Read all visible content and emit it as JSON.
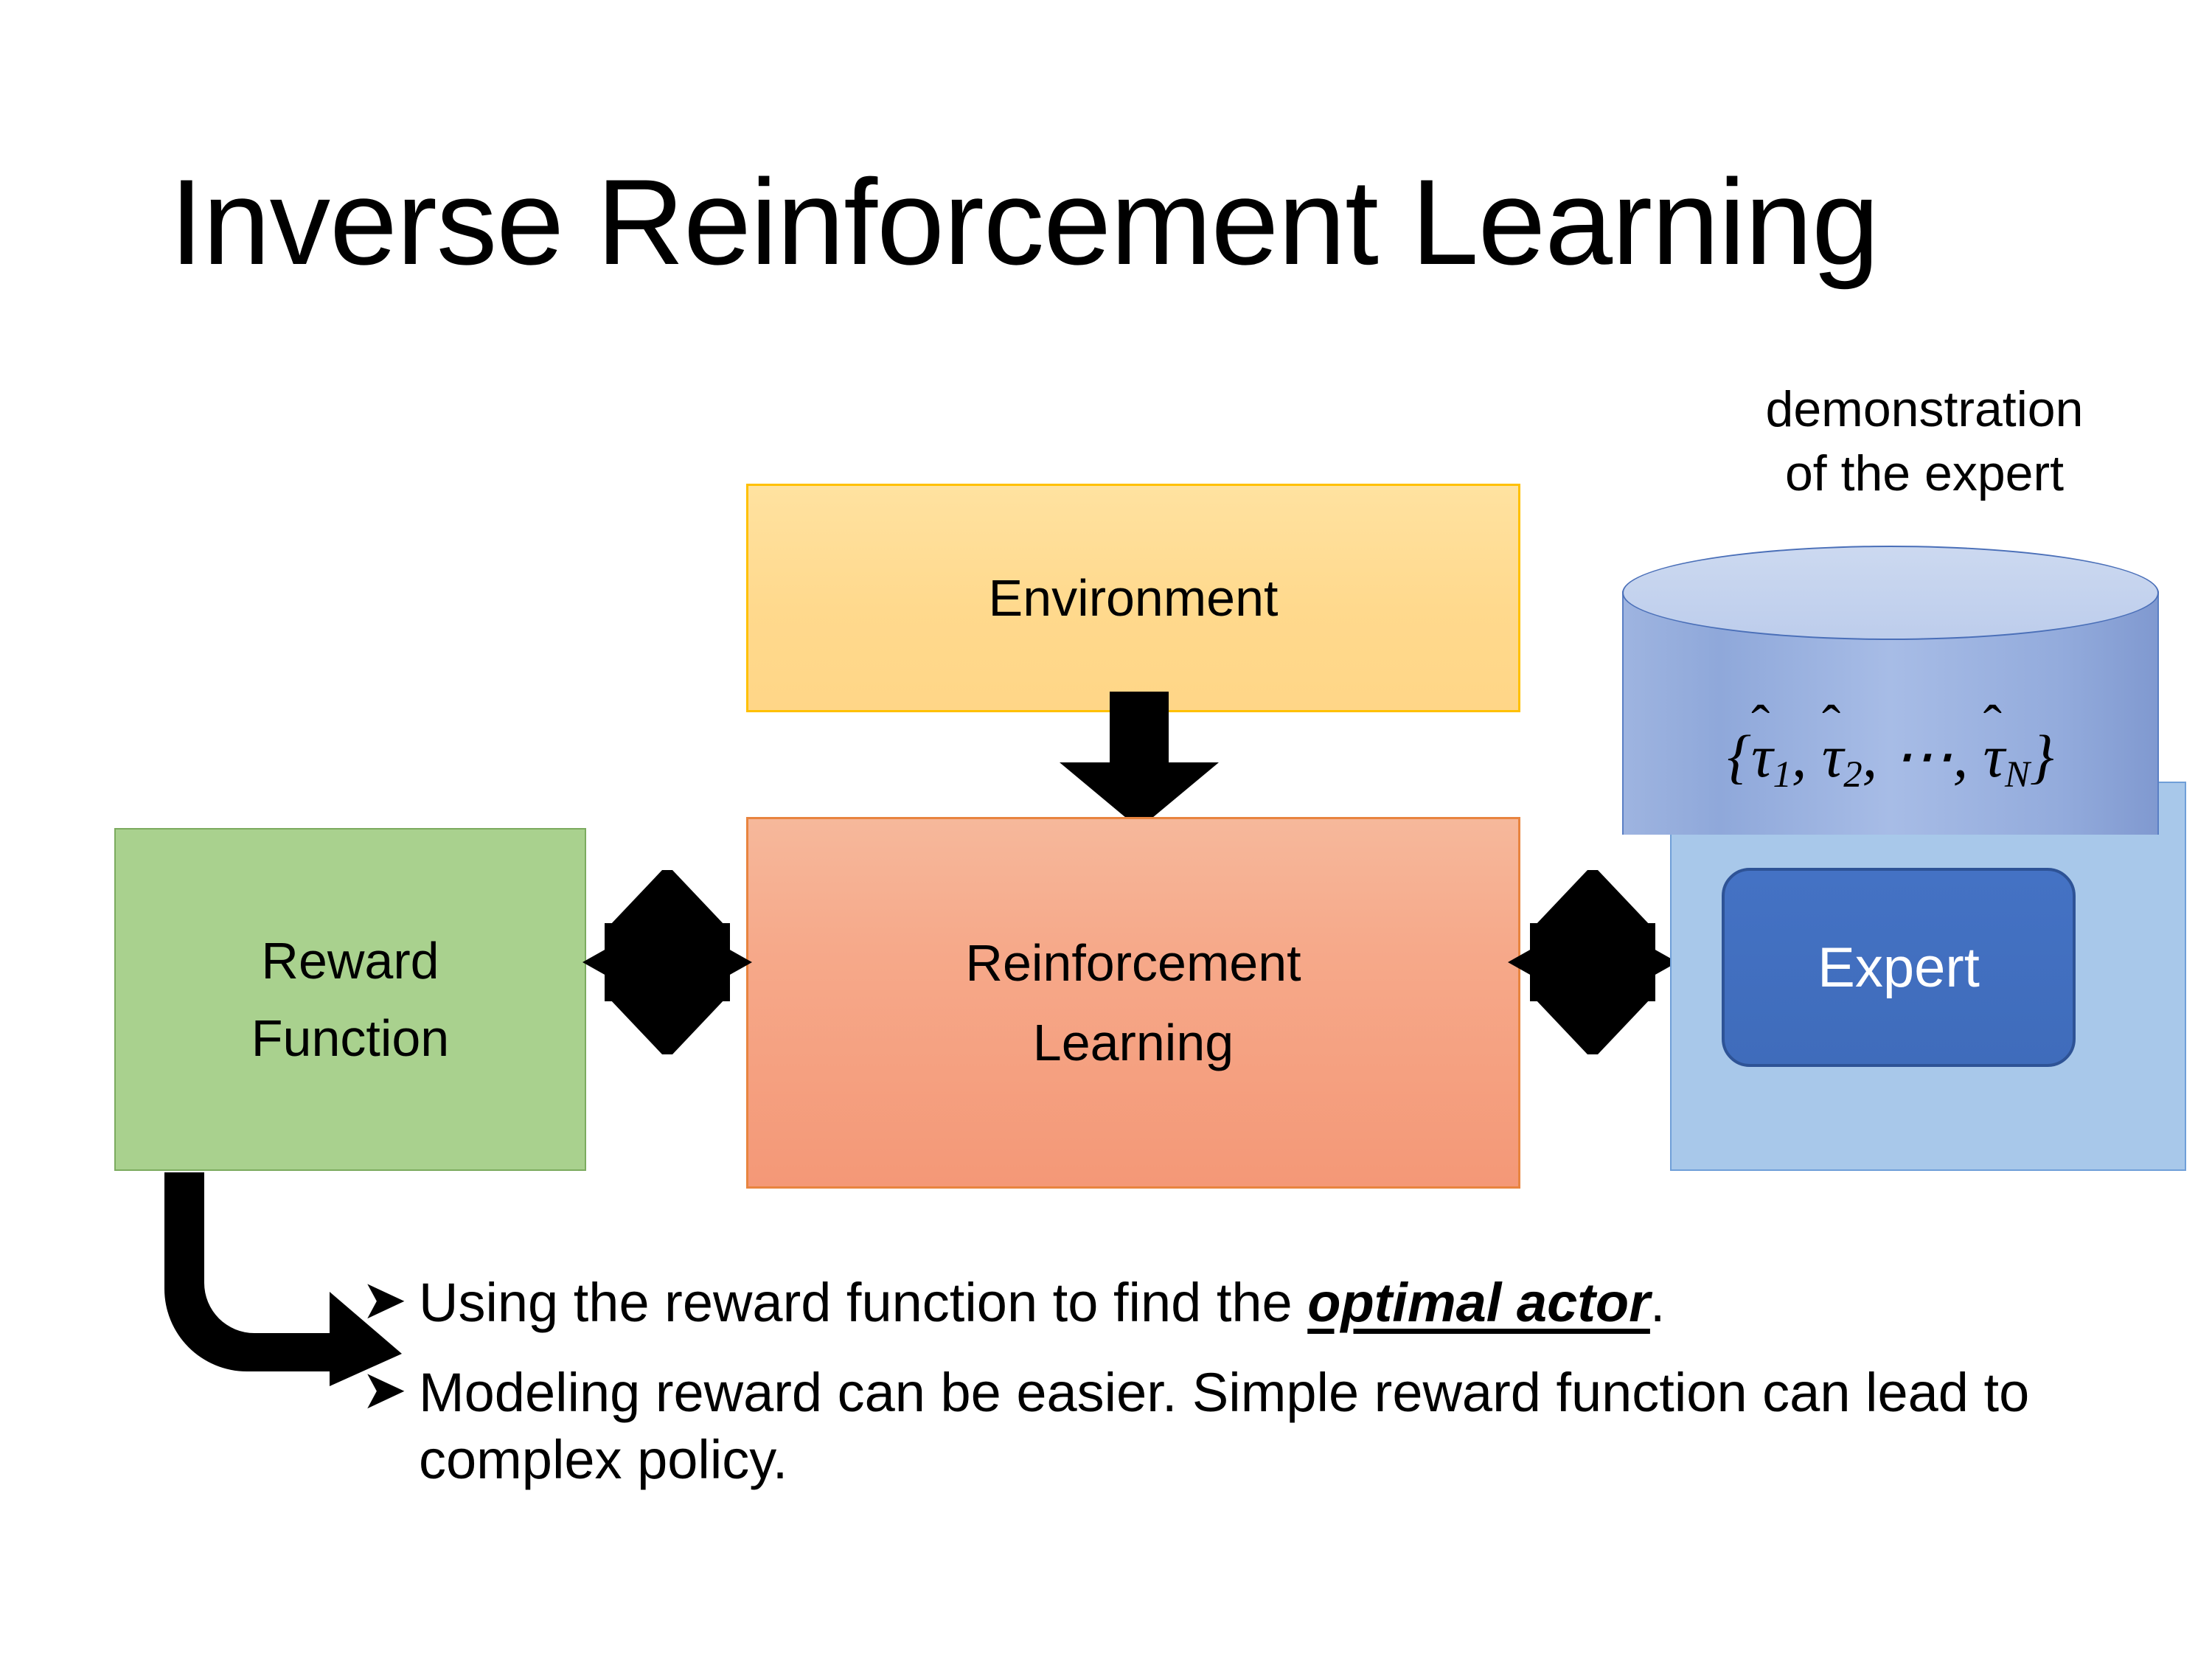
{
  "slide": {
    "title": "Inverse Reinforcement Learning",
    "background_color": "#ffffff"
  },
  "diagram": {
    "environment_box": {
      "label": "Environment",
      "fill_color": "#ffd98d",
      "border_color": "#ffc000"
    },
    "rl_box": {
      "label_line1": "Reinforcement",
      "label_line2": "Learning",
      "fill_color": "#f6a98a",
      "border_color": "#e8843f"
    },
    "reward_box": {
      "label_line1": "Reward",
      "label_line2": "Function",
      "fill_color": "#a9d18e",
      "border_color": "#7cab5f"
    },
    "expert_panel": {
      "fill_color": "#a8c8ea",
      "border_color": "#6f9fd8"
    },
    "expert_chip": {
      "label": "Expert",
      "fill_color": "#4472c4",
      "border_color": "#2e5396",
      "text_color": "#ffffff"
    },
    "demonstration_label": {
      "line1": "demonstration",
      "line2": "of the expert"
    },
    "cylinder": {
      "formula_open": "{",
      "tau_symbol": "τ",
      "hat_symbol": "ˆ",
      "sub_1": "1",
      "sub_2": "2",
      "sub_n": "N",
      "ellipsis": "⋯",
      "comma": ",",
      "formula_close": "}",
      "formula_plain": "{τ̂1, τ̂2, ⋯, τ̂N}",
      "body_color": "#9eb4e0",
      "top_color": "#c6d4ee",
      "border_color": "#4a6fb8"
    },
    "arrows": {
      "environment_to_rl": "down-arrow",
      "reward_to_rl": "quad-arrow",
      "rl_to_expert": "quad-arrow",
      "reward_to_bullets": "bent-arrow",
      "color": "#000000"
    }
  },
  "bullets": [
    {
      "marker": "➤",
      "text_before": "Using the reward function to find the ",
      "emphasis": "optimal actor",
      "text_after": "."
    },
    {
      "marker": "➤",
      "text_before": "Modeling reward can be easier. Simple reward function can lead to complex policy.",
      "emphasis": "",
      "text_after": ""
    }
  ]
}
